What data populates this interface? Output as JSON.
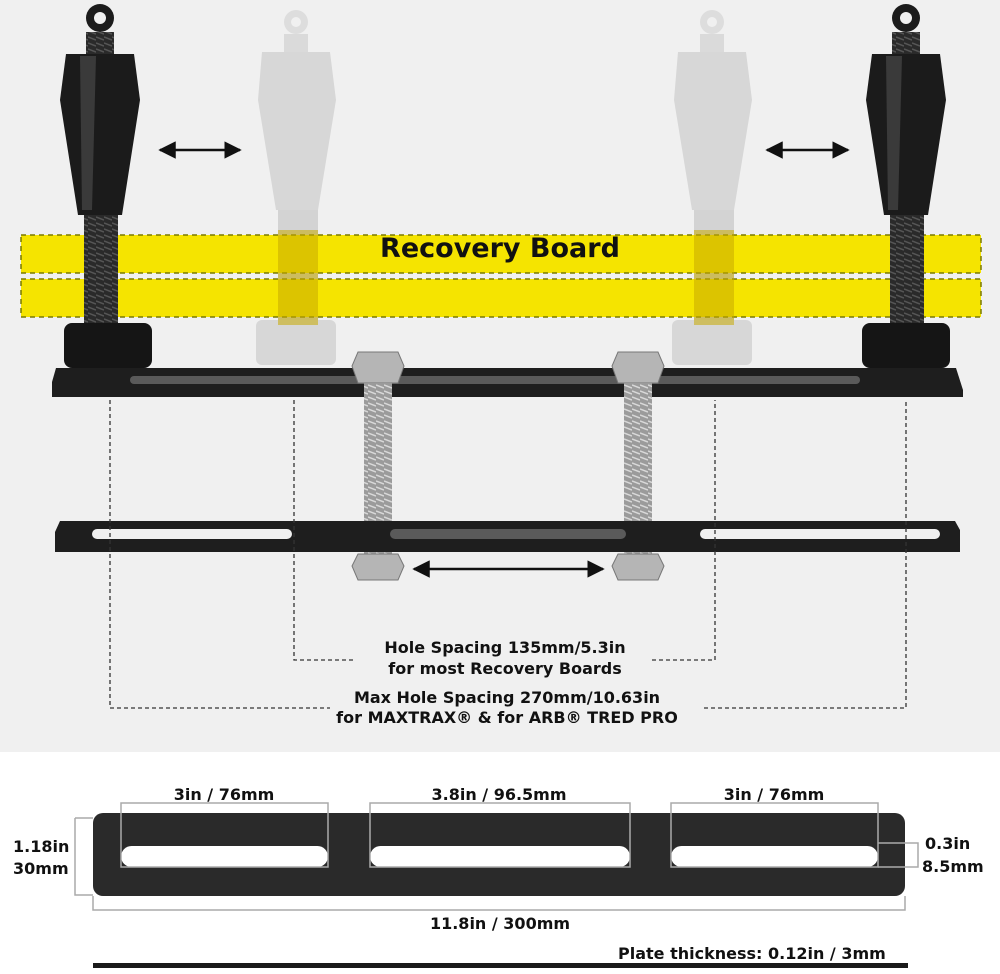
{
  "recovery_board_label": "Recovery Board",
  "spacing": {
    "min_line1": "Hole Spacing 135mm/5.3in",
    "min_line2": "for most Recovery Boards",
    "max_line1": "Max Hole Spacing 270mm/10.63in",
    "max_line2": "for MAXTRAX® & for ARB® TRED PRO"
  },
  "dimensions": {
    "slot_left": "3in / 76mm",
    "slot_middle": "3.8in / 96.5mm",
    "slot_right": "3in / 76mm",
    "height_in": "1.18in",
    "height_mm": "30mm",
    "slot_width_in": "0.3in",
    "slot_width_mm": "8.5mm",
    "total_length": "11.8in / 300mm",
    "thickness": "Plate thickness: 0.12in / 3mm"
  },
  "colors": {
    "board_yellow": "#f5e400",
    "plate_black": "#1c1c1c",
    "dashed_line": "#333333"
  }
}
